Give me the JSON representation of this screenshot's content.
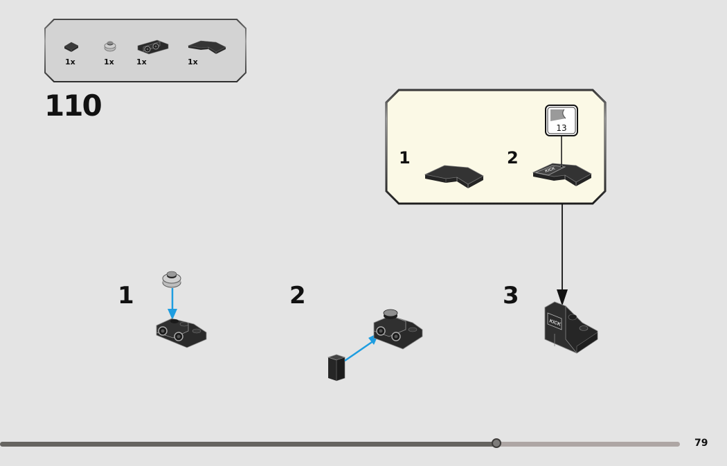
{
  "parts_list": {
    "items": [
      {
        "name": "tile-1x1-black",
        "qty": "1x"
      },
      {
        "name": "round-plate-1x1-light-gray",
        "qty": "1x"
      },
      {
        "name": "bracket-1x2-black",
        "qty": "1x"
      },
      {
        "name": "tile-corner-2x2-black",
        "qty": "1x"
      }
    ]
  },
  "step": {
    "number": "110"
  },
  "callout": {
    "substeps": [
      {
        "label": "1"
      },
      {
        "label": "2"
      }
    ],
    "sticker": {
      "number": "13",
      "text": "KICK"
    }
  },
  "substeps": [
    {
      "label": "1"
    },
    {
      "label": "2"
    },
    {
      "label": "3",
      "sticker_text": "KICK"
    }
  ],
  "footer": {
    "page_number": "79",
    "progress_percent": 73
  },
  "colors": {
    "background": "#e4e4e4",
    "callout_background": "#fbf9e6",
    "parts_background": "#d3d3d3",
    "arrow_blue": "#1e9de0",
    "brick_black": "#2a2a2a"
  }
}
